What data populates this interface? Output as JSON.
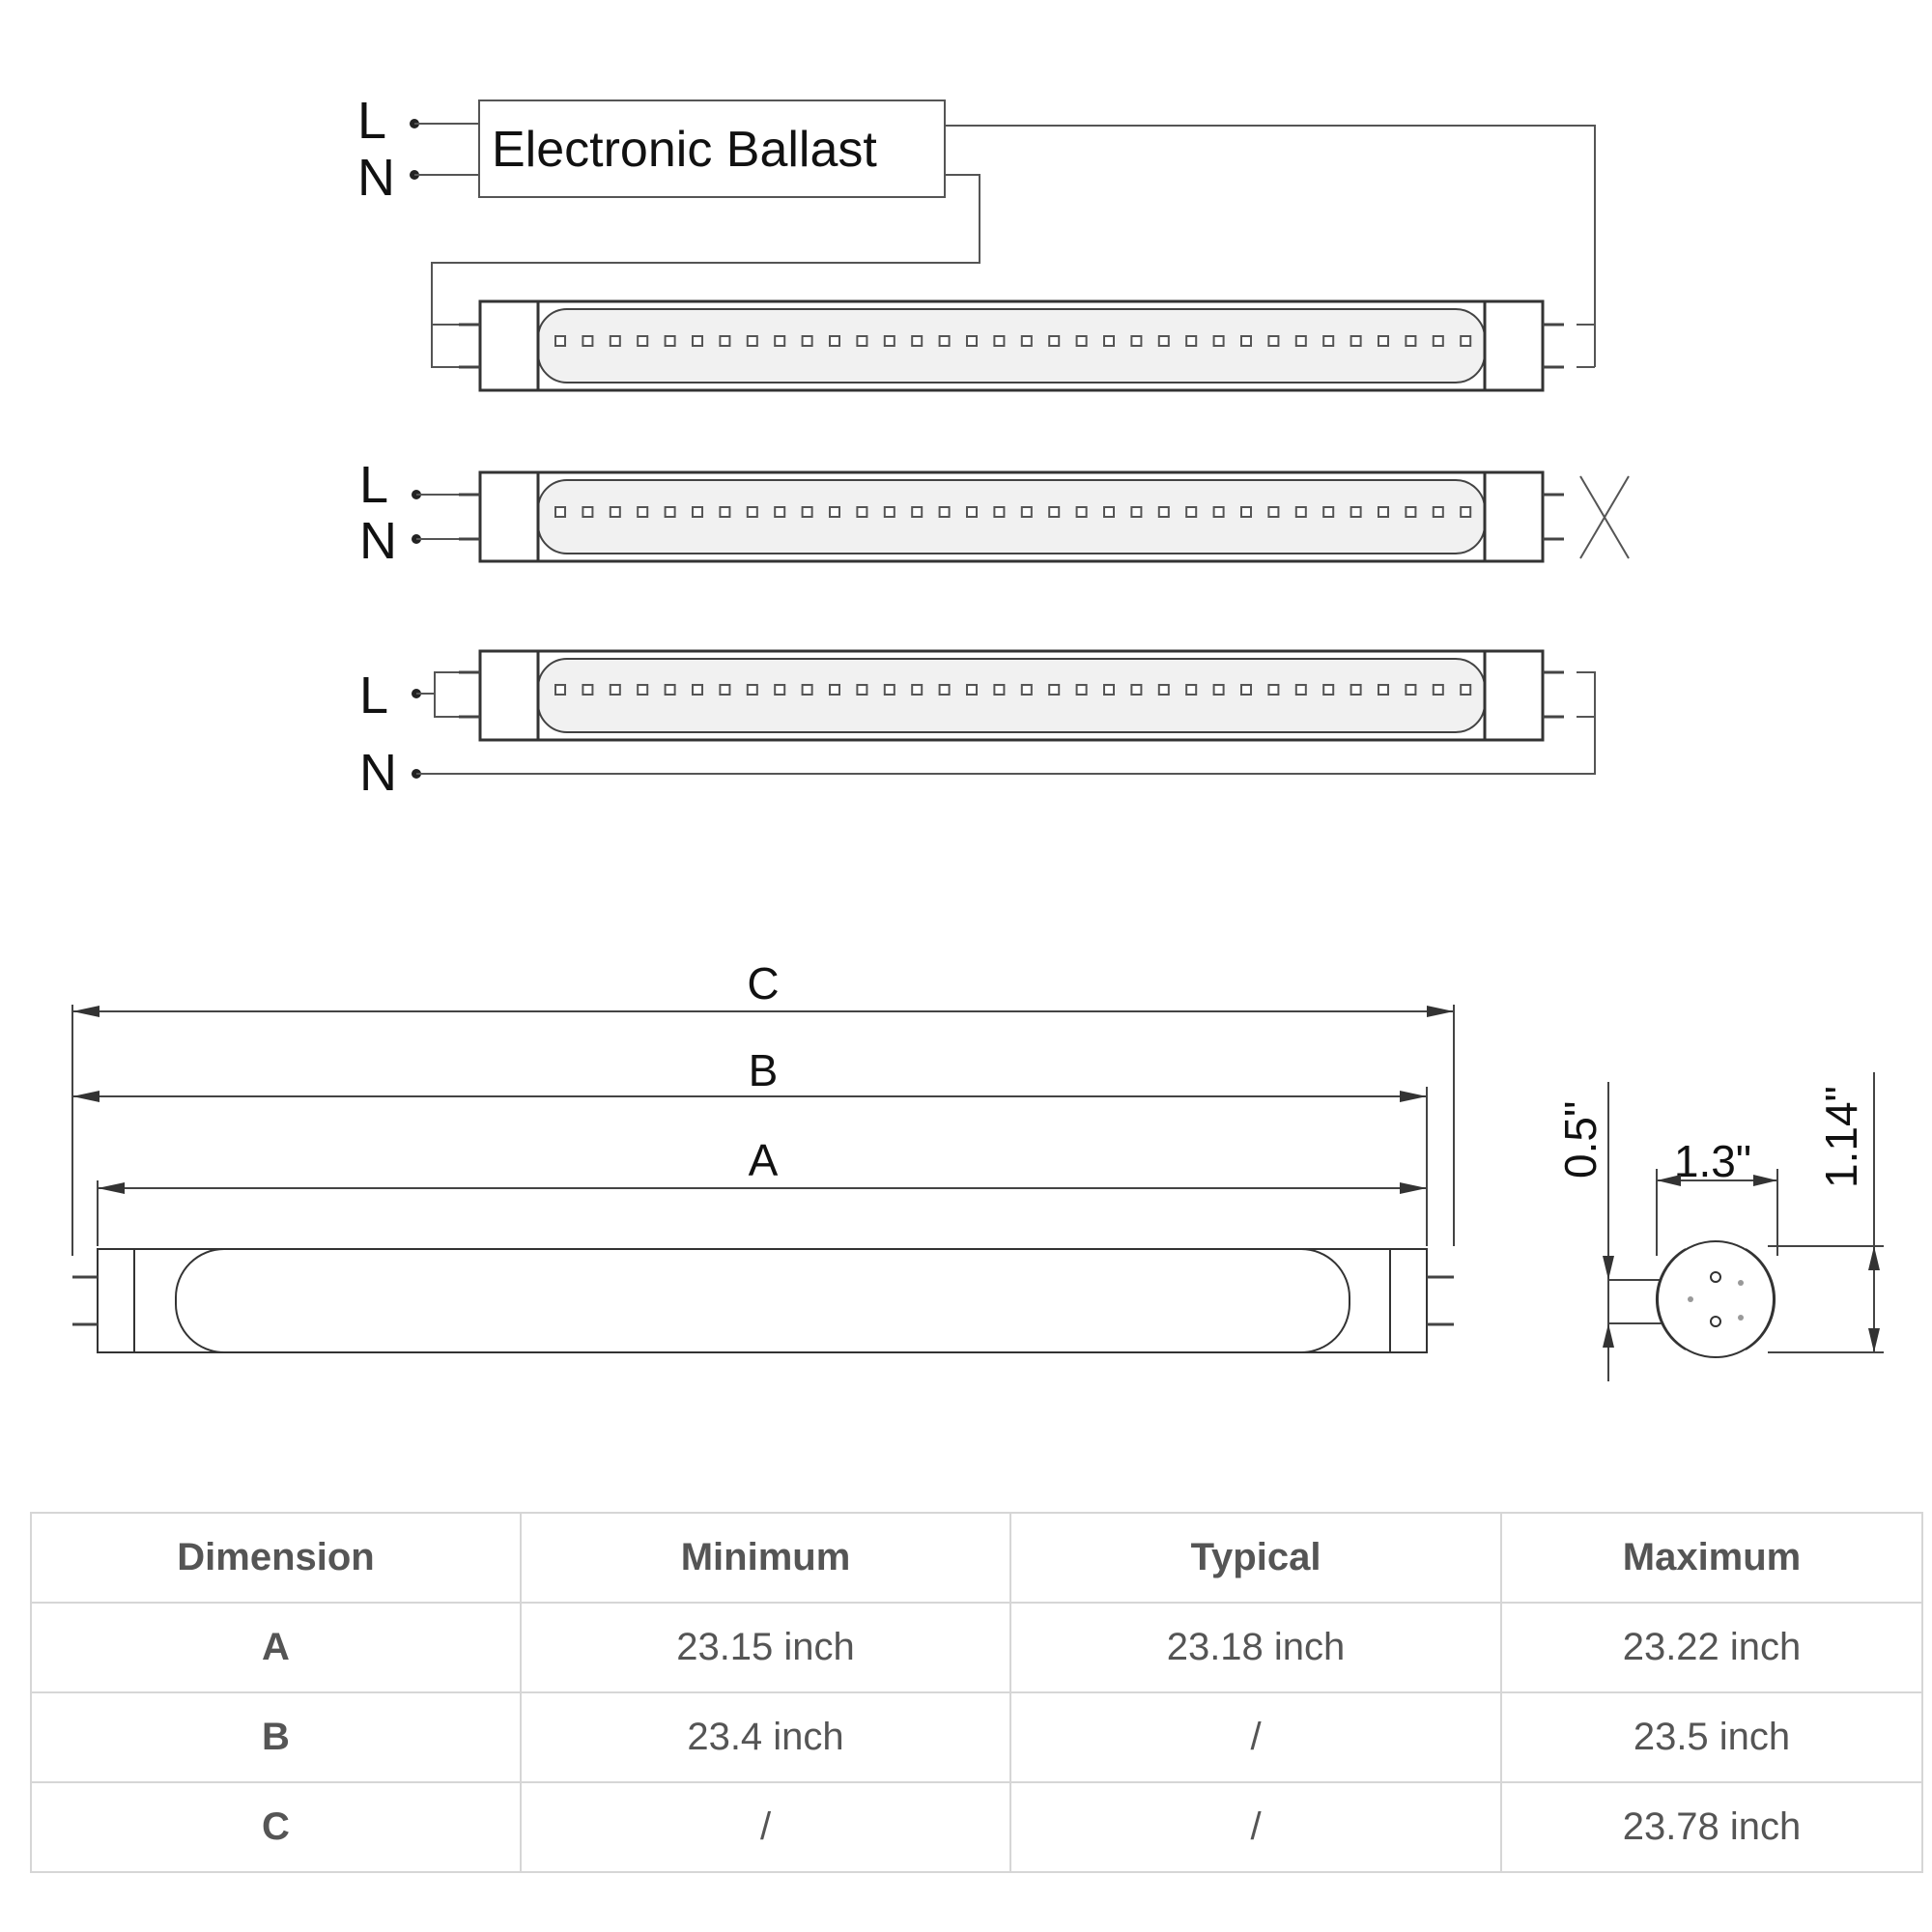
{
  "wiring": {
    "ballast_label": "Electronic Ballast",
    "line_label": "L",
    "neutral_label": "N"
  },
  "dimensions": {
    "c_label": "C",
    "b_label": "B",
    "a_label": "A",
    "height_end": "0.5\"",
    "width": "1.3\"",
    "diameter": "1.14\""
  },
  "table": {
    "headers": [
      "Dimension",
      "Minimum",
      "Typical",
      "Maximum"
    ],
    "rows": [
      [
        "A",
        "23.15 inch",
        "23.18 inch",
        "23.22 inch"
      ],
      [
        "B",
        "23.4 inch",
        "/",
        "23.5 inch"
      ],
      [
        "C",
        "/",
        "/",
        "23.78 inch"
      ]
    ]
  }
}
